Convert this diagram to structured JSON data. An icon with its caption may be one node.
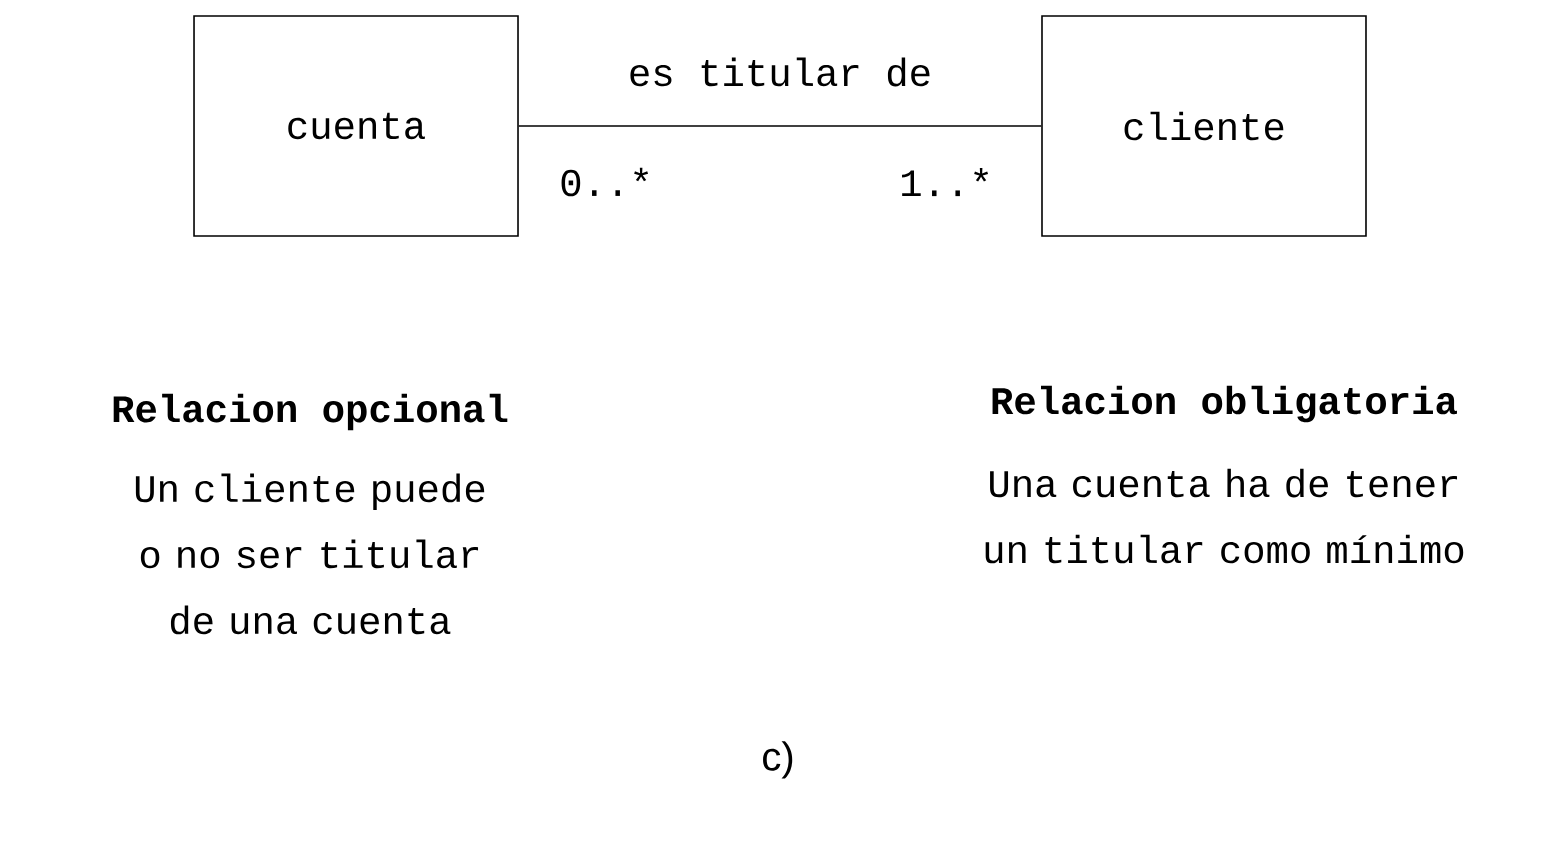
{
  "diagram": {
    "nodes": [
      {
        "text": [
          "cuenta"
        ]
      },
      {
        "text": [
          "cliente"
        ]
      }
    ],
    "edges": [
      {
        "from": 0,
        "to": 1,
        "arrow": "none",
        "label": "es titular de"
      }
    ],
    "labels": [
      "0..*",
      "1..*",
      "Relacion opcional",
      "Relacion obligatoria",
      "Un cliente puede o no ser titular de una cuenta",
      "Una cuenta ha de tener un titular como mínimo",
      "c)"
    ]
  }
}
